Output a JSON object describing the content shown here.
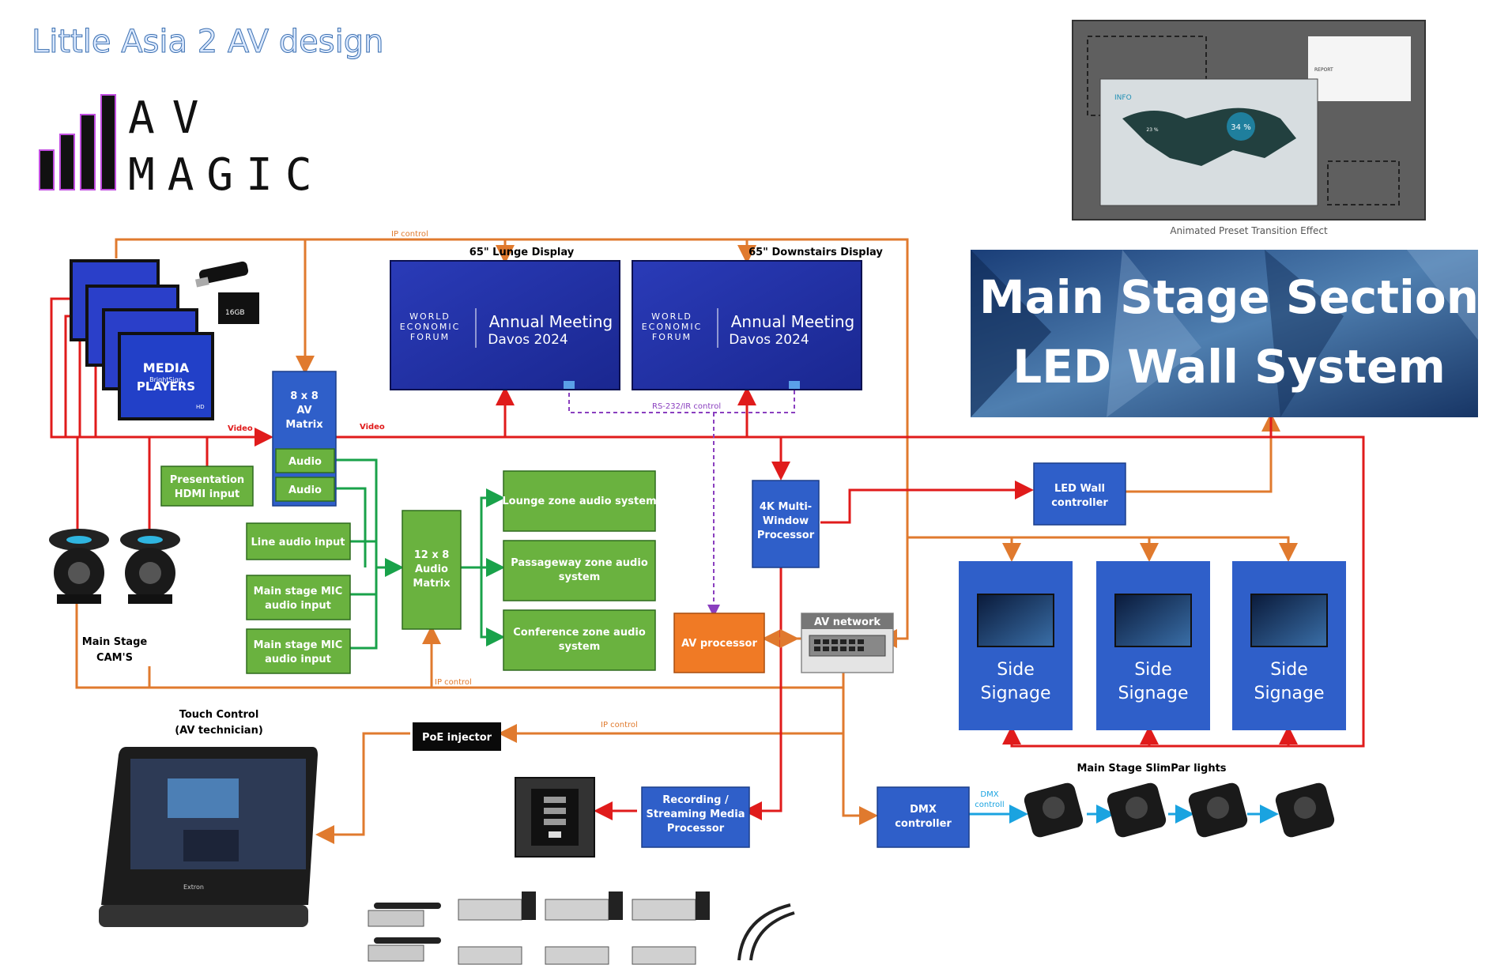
{
  "title": "Little Asia 2 AV design",
  "logo": {
    "line1": "AV",
    "line2": "MAGIC"
  },
  "labels": {
    "ip_control_top": "IP control",
    "ip_control_mid": "IP control",
    "ip_control_bottom": "IP control",
    "video_left": "Video",
    "video_right": "Video",
    "rs232": "RS-232/IR control",
    "dmx_control_line1": "DMX",
    "dmx_control_line2": "controll",
    "animated_preset": "Animated Preset Transition Effect",
    "lounge_display": "65\" Lunge Display",
    "downstairs_display": "65\" Downstairs Display",
    "main_stage_cams_1": "Main Stage",
    "main_stage_cams_2": "CAM'S",
    "touch_control_1": "Touch Control",
    "touch_control_2": "(AV technician)",
    "slimpar": "Main Stage SlimPar lights"
  },
  "media_players": {
    "line1": "MEDIA",
    "line2": "BrightSign",
    "line3": "PLAYERS",
    "badge": "HD",
    "sd_card": "16GB"
  },
  "display_content": {
    "forum_1": "WORLD",
    "forum_2": "ECONOMIC",
    "forum_3": "FORUM",
    "meeting_1": "Annual Meeting",
    "meeting_2": "Davos 2024"
  },
  "led_wall": {
    "line1": "Main Stage Section",
    "line2": "LED Wall System"
  },
  "preset_screen": {
    "info": "INFO",
    "report": "REPORT",
    "pct_big": "34 %",
    "pct_small": "23 %"
  },
  "boxes": {
    "av_matrix": [
      "8 x 8",
      "AV",
      "Matrix"
    ],
    "audio_1": "Audio",
    "audio_2": "Audio",
    "presentation": [
      "Presentation",
      "HDMI input"
    ],
    "line_audio": "Line audio input",
    "mic_1": [
      "Main stage MIC",
      "audio input"
    ],
    "mic_2": [
      "Main stage MIC",
      "audio input"
    ],
    "audio_matrix": [
      "12 x 8",
      "Audio",
      "Matrix"
    ],
    "lounge_audio": "Lounge zone audio system",
    "passageway_audio": [
      "Passageway zone audio",
      "system"
    ],
    "conference_audio": [
      "Conference zone audio",
      "system"
    ],
    "multiwindow": [
      "4K Multi-",
      "Window",
      "Processor"
    ],
    "led_controller": [
      "LED Wall",
      "controller"
    ],
    "av_processor": "AV processor",
    "av_network": "AV network",
    "poe": "PoE injector",
    "recording": [
      "Recording /",
      "Streaming Media",
      "Processor"
    ],
    "dmx": [
      "DMX",
      "controller"
    ],
    "side_signage": [
      "Side",
      "Signage"
    ]
  },
  "touch_panel_brand": "Extron",
  "colors": {
    "orange_line": "#e07a2e",
    "red_line": "#e01b1b",
    "green_line": "#19a24a",
    "blue_box": "#2f5fc9",
    "green_box": "#6ab23f",
    "orange_box": "#f07a25",
    "purple_line": "#8a3fbf",
    "cyan_line": "#1aa3e0"
  }
}
